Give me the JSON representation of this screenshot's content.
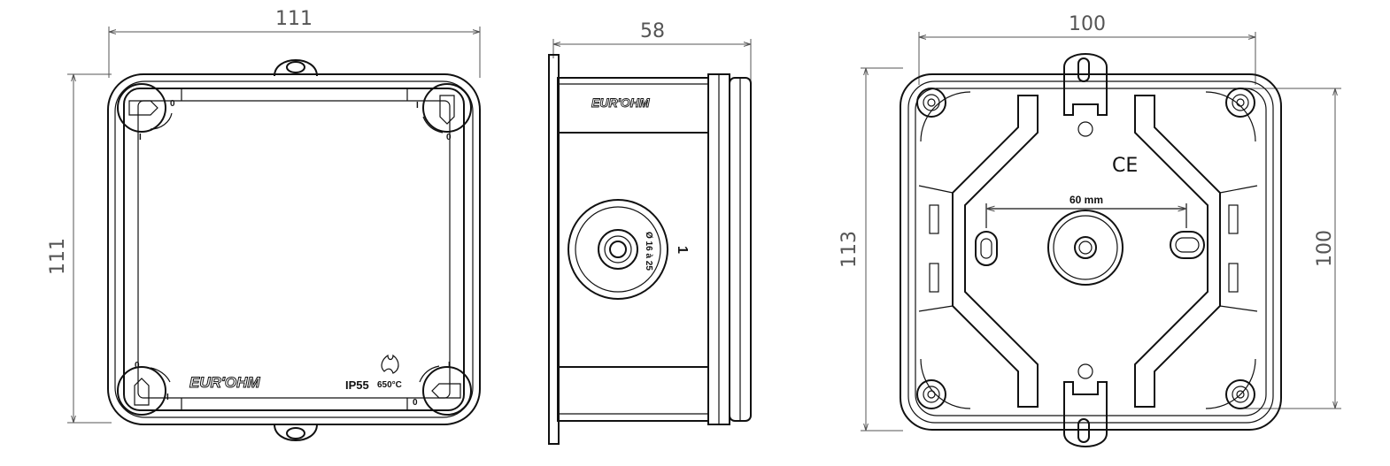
{
  "views": {
    "front": {
      "width_dim": "111",
      "height_dim": "111",
      "brand": "EUR'OHM",
      "rating": "IP55",
      "fire_rating": "650°C",
      "knob_mark_a": "0",
      "knob_mark_b": "I"
    },
    "side": {
      "depth_dim": "58",
      "brand": "EUR'OHM",
      "gland_text": "Ø 16 à 25",
      "port_number": "1"
    },
    "back": {
      "width_dim": "100",
      "height_dim": "113",
      "right_dim": "100",
      "spacing_label": "60 mm",
      "ce_mark": "CE"
    }
  },
  "colors": {
    "line": "#111111",
    "dimension": "#555555",
    "background": "#ffffff"
  }
}
